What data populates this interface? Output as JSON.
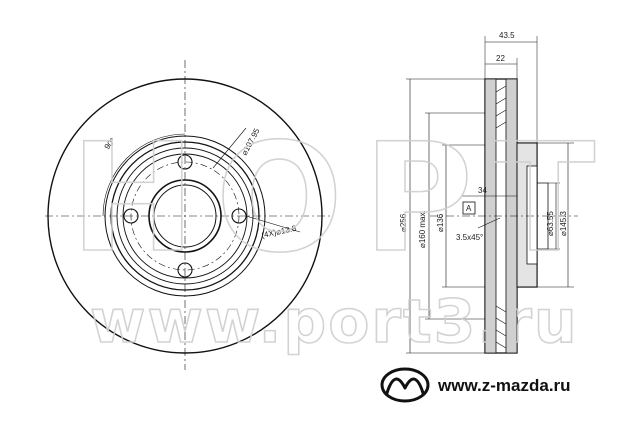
{
  "front_view": {
    "angle_label": "90°",
    "bolt_circle_label": "⌀107.95",
    "bolt_hole_label": "(4X)⌀13.8"
  },
  "side_view": {
    "overall_width": "43.5",
    "disc_thickness": "22",
    "outer_diameter": "⌀256",
    "max_diameter": "⌀160 max.",
    "pad_diameter": "⌀136",
    "hat_depth": "34",
    "datum_label": "A",
    "chamfer": "3.5x45°",
    "hub_diameter": "⌀63.55",
    "inner_diameter": "⌀145.3"
  },
  "watermark": {
    "top_text": "НОРТ",
    "bottom_text": "www.port3.ru"
  },
  "brand": {
    "logo_icon": "mazda-logo-icon",
    "url": "www.z-mazda.ru"
  }
}
